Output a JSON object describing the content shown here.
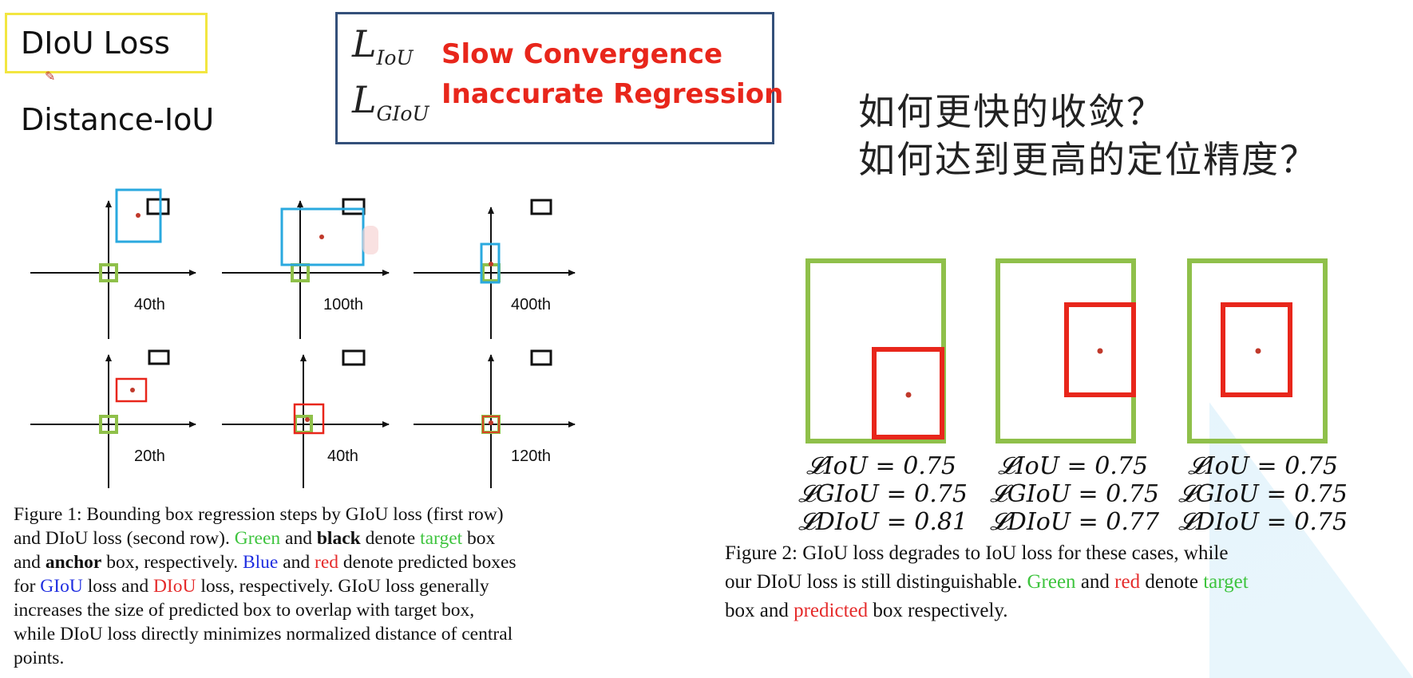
{
  "slide": {
    "title": "DIoU Loss",
    "subtitle": "Distance-IoU",
    "losses": [
      {
        "symbol": "L",
        "sub": "IoU",
        "note": "Slow Convergence"
      },
      {
        "symbol": "L",
        "sub": "GIoU",
        "note": "Inaccurate Regression"
      }
    ],
    "questions": [
      "如何更快的收敛？",
      "如何达到更高的定位精度？"
    ]
  },
  "figure1": {
    "steps_row1": [
      "40th",
      "100th",
      "400th"
    ],
    "steps_row2": [
      "20th",
      "40th",
      "120th"
    ],
    "caption": {
      "l1_a": "Figure 1: ",
      "l1_b": "Bounding box regression steps by GIoU loss (first row)",
      "l2_a": "and DIoU loss (second row). ",
      "l2_green": "Green",
      "l2_b": " and ",
      "l2_black": "black",
      "l2_c": " denote ",
      "l2_target": "target",
      "l2_d": " box",
      "l3_a": "and ",
      "l3_anchor": "anchor",
      "l3_b": " box, respectively. ",
      "l3_blue": "Blue",
      "l3_c": " and ",
      "l3_red": "red",
      "l3_d": " denote predicted boxes",
      "l4_a": "for ",
      "l4_giou": "GIoU",
      "l4_b": " loss and ",
      "l4_diou": "DIoU",
      "l4_c": " loss, respectively. GIoU loss generally",
      "l5": "increases the size of predicted box to overlap with target box,",
      "l6": "while DIoU loss directly minimizes normalized distance of central",
      "l7": "points."
    }
  },
  "figure2": {
    "cases": [
      {
        "iou": "𝓛IoU = 0.75",
        "giou": "𝓛GIoU = 0.75",
        "diou": "𝓛DIoU = 0.81"
      },
      {
        "iou": "𝓛IoU = 0.75",
        "giou": "𝓛GIoU = 0.75",
        "diou": "𝓛DIoU = 0.77"
      },
      {
        "iou": "𝓛IoU = 0.75",
        "giou": "𝓛GIoU = 0.75",
        "diou": "𝓛DIoU = 0.75"
      }
    ],
    "caption": {
      "l1": "Figure 2: GIoU loss degrades to IoU loss for these cases, while",
      "l2_a": "our DIoU loss is still distinguishable. ",
      "l2_green": "Green",
      "l2_b": " and ",
      "l2_red": "red",
      "l2_c": " denote ",
      "l2_target": "target",
      "l3_a": "box and ",
      "l3_predicted": "predicted",
      "l3_b": " box respectively."
    }
  },
  "colors": {
    "target_green": "#8fc04a",
    "giou_blue": "#2aa9df",
    "diou_red": "#e8261b",
    "highlight_yellow": "#f2e640",
    "box_border": "#34507a"
  }
}
